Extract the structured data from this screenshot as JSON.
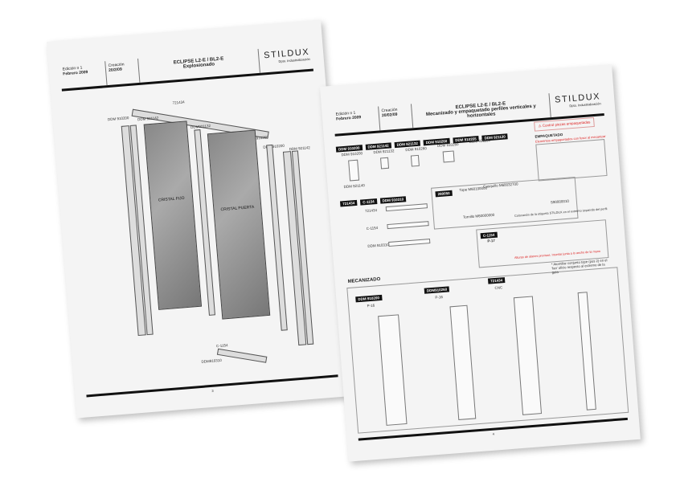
{
  "brand": {
    "name": "STILDUX",
    "dept": "Dpto. Industrialización"
  },
  "left_page": {
    "edition": "Edición n 1",
    "date": "Febrero 2009",
    "creation_label": "Creación",
    "creation_date": "20/2/09",
    "title": "ECLIPSE L2-E / BL2-E",
    "subtitle": "Explosionado",
    "labels": [
      "721434",
      "DDM 910200",
      "DDM 921142",
      "DDM921132",
      "DDM910260",
      "DDM 910200",
      "DDM 921142",
      "C-1154",
      "DDM910310"
    ],
    "glass_fixed": "CRISTAL FIJO",
    "glass_door": "CRISTAL PUERTA",
    "page_number": "3"
  },
  "right_page": {
    "edition": "Edición n 1",
    "date": "Febrero 2009",
    "creation_label": "Creación",
    "creation_date": "20/02/09",
    "title": "ECLIPSE L2-E / BL2-E",
    "subtitle": "Mecanizado y empaquetado perfiles verticales y horizontales",
    "warning": "Control piezas empaquetadas",
    "packing_title": "EMPAQUETADO",
    "packing_note": "Elementos empaquetados con fusor al mecanizar",
    "profile_tags": [
      "DDM 910200",
      "DDM 921142",
      "DDM 921132",
      "DDM 910260",
      "DDM 910355",
      "DDM 921130"
    ],
    "profile_labels": [
      "DDM 910200",
      "DDM 921132",
      "DDM 910260",
      "DDM 910260",
      "DDM 921130"
    ],
    "profile_bottom": "DDM 921140",
    "horizontal_tags": [
      "721434",
      "C-1154",
      "DDM 910310"
    ],
    "horizontal_labels": [
      "721434",
      "C-1154",
      "DDM 910310"
    ],
    "box_tag": "280050",
    "tope": "Tope M60100000",
    "casquillo": "Casquillo M60032700",
    "tornillo": "Tornillo M60000000",
    "sticker_code": "S90000010",
    "sticker_note": "Colocación de la etiqueta STILDUX en el extremo izquierdo del perfil",
    "c1154_tag": "C-1154",
    "c1154_sub": "P-17",
    "c1154_note": "Alturas de alanes precisas. Insertar junta a lo ancho de la mano",
    "machining": "MECANIZADO",
    "mech_tags": [
      {
        "tag": "DDM 910200",
        "sub": "P-16"
      },
      {
        "tag": "DDM910260",
        "sub": "P-16"
      },
      {
        "tag": "721434",
        "sub": "CNC"
      }
    ],
    "assembly_note": "* Atornillar conjunto tope (pos 2) en el 'fan' oficio respecto al extremo de la guía",
    "page_number": "4"
  }
}
